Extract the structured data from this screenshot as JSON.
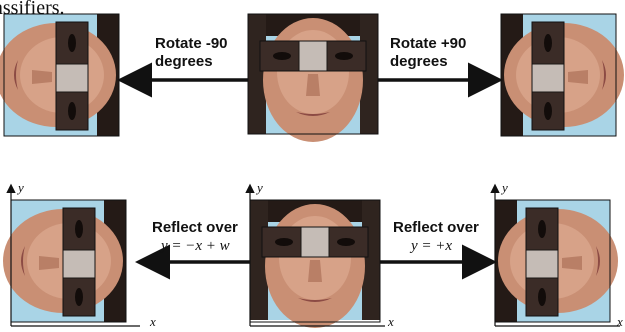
{
  "header_fragment": "assifiers.",
  "top_row": {
    "left_caption_line1": "Rotate -90",
    "left_caption_line2": "degrees",
    "right_caption_line1": "Rotate +90",
    "right_caption_line2": "degrees"
  },
  "bottom_row": {
    "left_caption_line1": "Reflect over",
    "left_equation": "y = −x + w",
    "right_caption_line1": "Reflect over",
    "right_equation": "y = +x"
  },
  "axis_labels": {
    "x": "x",
    "y": "y"
  },
  "colors": {
    "skin": "#c98f74",
    "skin_light": "#e2b39b",
    "hair": "#241a16",
    "background_sky": "#a9d4e6",
    "eye_box": "#3b2c27",
    "highlight_box": "#f4ede6"
  }
}
